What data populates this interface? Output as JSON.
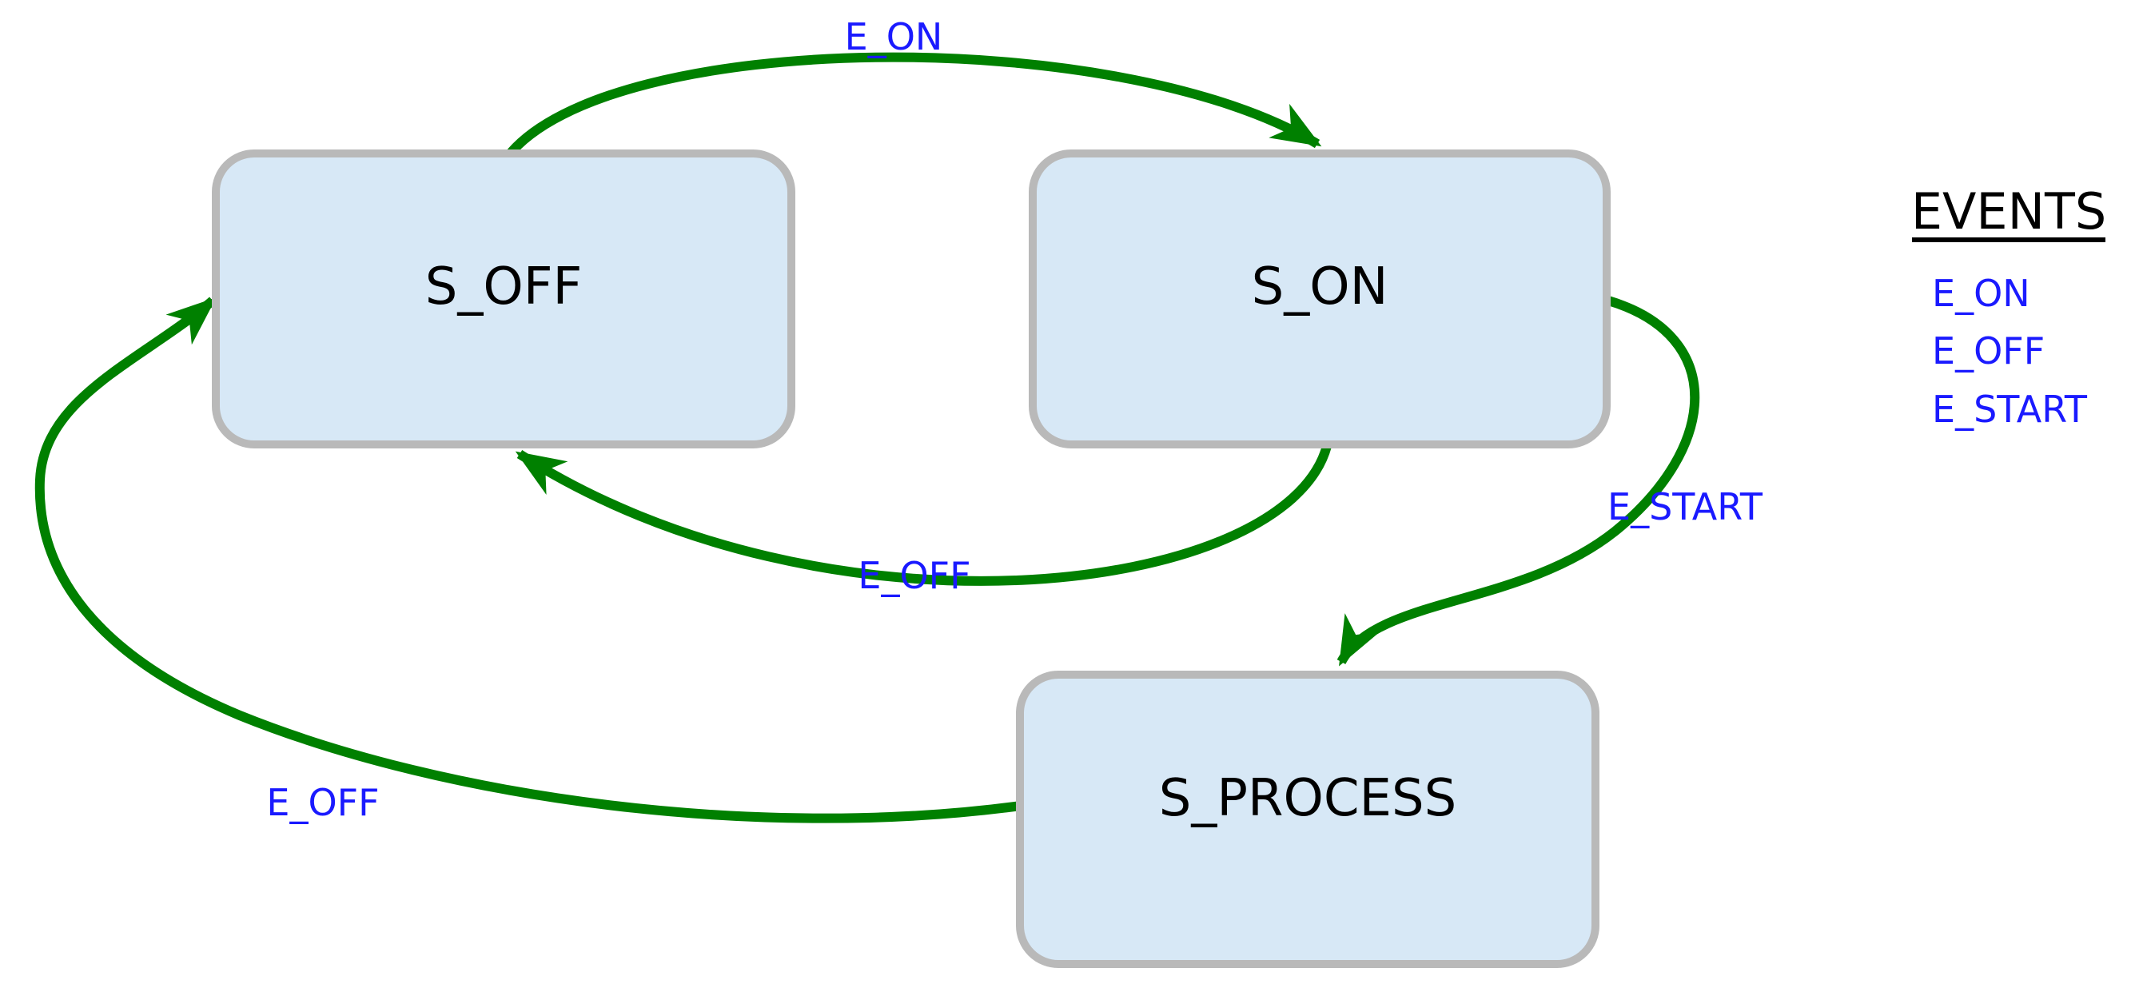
{
  "diagram": {
    "type": "state-machine",
    "colors": {
      "background": "#ffffff",
      "arrow_green": "#008000",
      "event_blue": "#1a1aff",
      "state_fill": "#d7e8f6",
      "state_border": "#b9b9b9",
      "state_text": "#000000",
      "legend_title_color": "#000000"
    },
    "states": [
      {
        "id": "s_off",
        "label": "S_OFF"
      },
      {
        "id": "s_on",
        "label": "S_ON"
      },
      {
        "id": "s_process",
        "label": "S_PROCESS"
      }
    ],
    "transitions": [
      {
        "from": "S_OFF",
        "to": "S_ON",
        "event": "E_ON"
      },
      {
        "from": "S_ON",
        "to": "S_OFF",
        "event": "E_OFF"
      },
      {
        "from": "S_ON",
        "to": "S_PROCESS",
        "event": "E_START"
      },
      {
        "from": "S_PROCESS",
        "to": "S_OFF",
        "event": "E_OFF"
      }
    ],
    "legend": {
      "title": "EVENTS",
      "items": [
        {
          "label": "E_ON"
        },
        {
          "label": "E_OFF"
        },
        {
          "label": "E_START"
        }
      ]
    }
  }
}
